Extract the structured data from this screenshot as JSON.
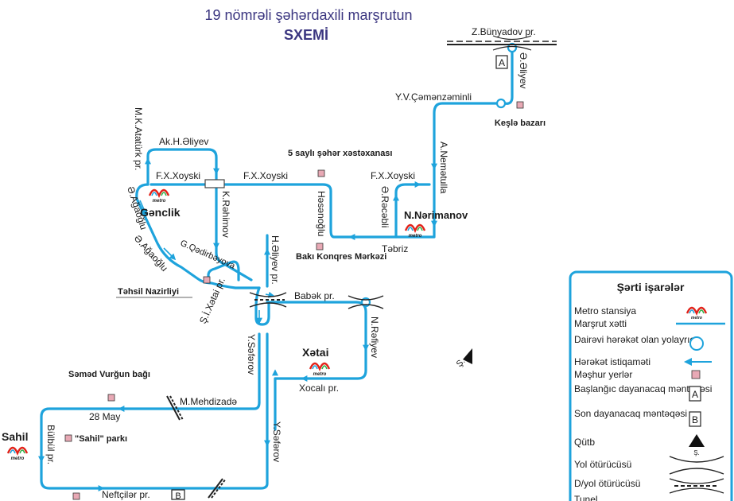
{
  "title": {
    "line1": "19 nömrəli şəhərdaxili marşrutun",
    "line2": "SXEMİ"
  },
  "colors": {
    "route": "#1ea3dc",
    "title": "#3b3680",
    "landmark_fill": "#e8a9b5",
    "metro_red": "#e2231a"
  },
  "streets": {
    "z_bunyadov": "Z.Bünyadov pr.",
    "e_eliyev": "Ə.Əliyev",
    "yv_chemenzeminli": "Y.V.Çəmənzəminli",
    "a_nematulla": "A.Nemətulla",
    "mk_ataturk": "M.K.Atatürk pr.",
    "ak_h_eliyev": "Ak.H.Əliyev",
    "fx_xoyski_1": "F.X.Xoyski",
    "fx_xoyski_2": "F.X.Xoyski",
    "fx_xoyski_3": "F.X.Xoyski",
    "hesenoglu": "Həsənoğlu",
    "e_recebli": "Ə.Rəcəbli",
    "tebriz": "Təbriz",
    "e_agaoglu_1": "Ə.Ağaoğlu",
    "e_agaoglu_2": "Ə.Ağaoğlu",
    "k_rehimov": "K.Rəhimov",
    "g_qedirbeyova": "G.Qədirbəyova",
    "h_eliyev_pr": "H.Əliyev pr.",
    "s_i_xetai": "Ş.İ.Xətai pr.",
    "babek": "Babək pr.",
    "n_rafiyev": "N.Rəfiyev",
    "y_seferov_1": "Y.Səfərov",
    "y_seferov_2": "Y.Səfərov",
    "xocali": "Xocalı pr.",
    "m_mehdizade": "M.Mehdizadə",
    "may_28": "28 May",
    "bulbul": "Bülbül pr.",
    "neftciler": "Neftçilər pr."
  },
  "stations": {
    "genclik": "Gənclik",
    "n_nerimanov": "N.Nərimanov",
    "xetai": "Xətai",
    "sahil": "Sahil",
    "metro_word": "metro"
  },
  "landmarks": {
    "kesle_bazari": "Keşlə bazarı",
    "hospital_5": "5 saylı şəhər xəstəxanası",
    "baku_congress": "Bakı Konqres Mərkəzi",
    "tehsil_nazirliyi": "Təhsil Nazirliyi",
    "semed_vurgun": "Səməd Vurğun bağı",
    "sahil_parki": "\"Sahil\" parkı"
  },
  "terminals": {
    "start": "A",
    "end": "B"
  },
  "compass": {
    "label": "Ş."
  },
  "legend": {
    "title": "Şərti işarələr",
    "items": [
      {
        "label": "Metro stansiya",
        "icon": "metro-logo-icon"
      },
      {
        "label": "Marşrut xətti",
        "icon": "route-line-icon"
      },
      {
        "label": "Dairəvi hərəkət olan yolayrıcı",
        "icon": "roundabout-icon"
      },
      {
        "label": "Hərəkət istiqaməti",
        "icon": "direction-arrow-icon"
      },
      {
        "label": "Məşhur yerlər",
        "icon": "landmark-square-icon"
      },
      {
        "label": "Başlanğıc dayanacaq məntəqəsi",
        "icon": "start-stop-icon"
      },
      {
        "label": "Son dayanacaq məntəqəsi",
        "icon": "end-stop-icon"
      },
      {
        "label": "Qütb",
        "icon": "north-arrow-icon"
      },
      {
        "label": "Yol ötürücüsü",
        "icon": "road-overpass-icon"
      },
      {
        "label": "D/yol ötürücüsü",
        "icon": "rail-overpass-icon"
      },
      {
        "label": "Tunel",
        "icon": "tunnel-icon"
      }
    ]
  }
}
